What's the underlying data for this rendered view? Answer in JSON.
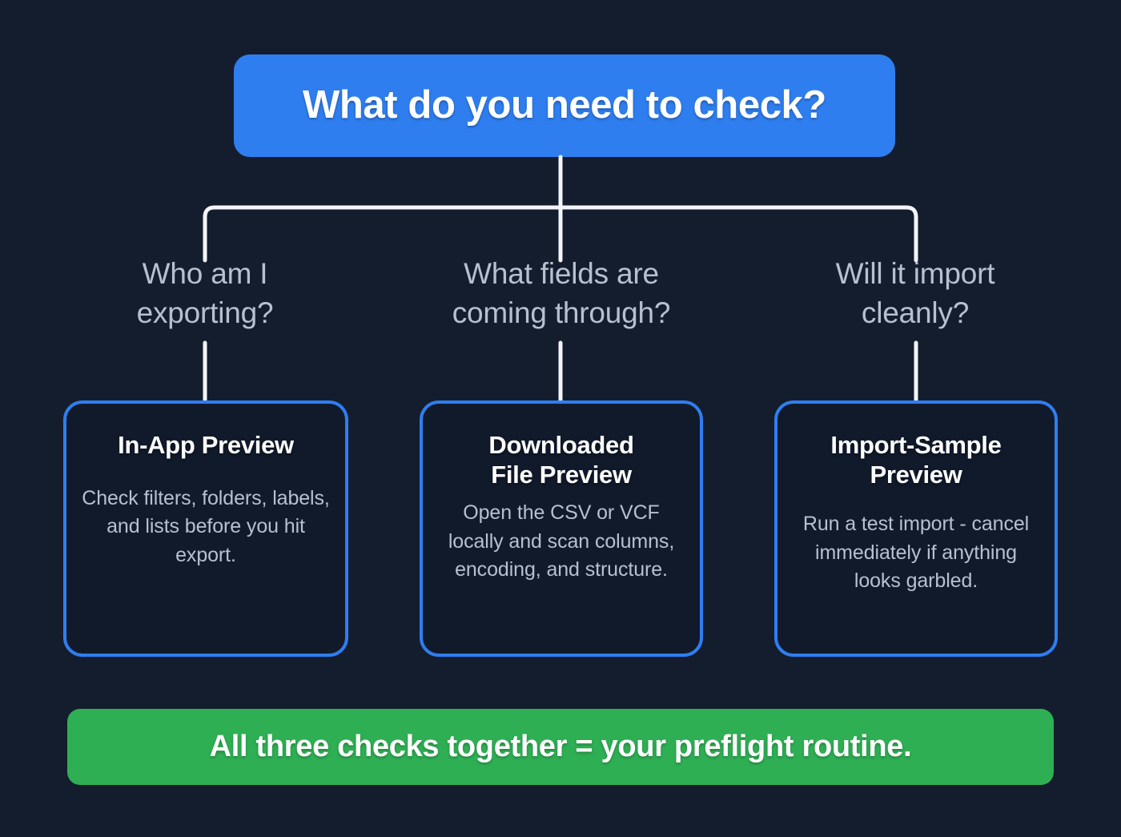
{
  "diagram": {
    "type": "flowchart",
    "orientation": "top-down",
    "background_color": "#141d2e",
    "root": {
      "label": "What do you need to check?",
      "background_color": "#2f7ef0",
      "text_color": "#ffffff"
    },
    "connector_color": "#f2f4f7",
    "branches": [
      {
        "question": "Who am I\nexporting?",
        "question_line_1": "Who am I",
        "question_line_2": "exporting?",
        "card": {
          "title": "In-App Preview",
          "title_line_1": "In-App Preview",
          "body": "Check filters, folders, labels, and lists before you hit export.",
          "border_color": "#2f7ef0",
          "fill_color": "#111a2b"
        }
      },
      {
        "question": "What fields are\ncoming through?",
        "question_line_1": "What fields are",
        "question_line_2": "coming through?",
        "card": {
          "title": "Downloaded File Preview",
          "title_line_1": "Downloaded",
          "title_line_2": "File Preview",
          "body": "Open the CSV or VCF locally and scan columns, encoding, and structure.",
          "border_color": "#2f7ef0",
          "fill_color": "#111a2b"
        }
      },
      {
        "question": "Will it import\ncleanly?",
        "question_line_1": "Will it import",
        "question_line_2": "cleanly?",
        "card": {
          "title": "Import-Sample Preview",
          "title_line_1": "Import-Sample",
          "title_line_2": "Preview",
          "body": "Run a test import - cancel immediately if anything looks garbled.",
          "border_color": "#2f7ef0",
          "fill_color": "#111a2b"
        }
      }
    ],
    "footer": {
      "label": "All three checks together = your preflight routine.",
      "background_color": "#2faf54",
      "text_color": "#ffffff"
    }
  }
}
